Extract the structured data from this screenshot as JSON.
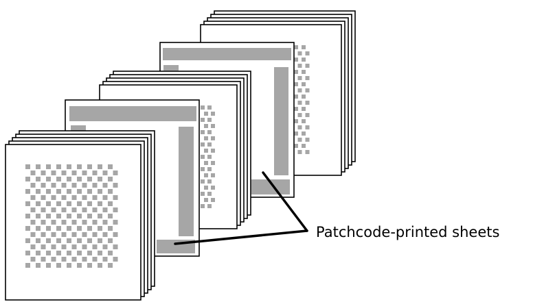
{
  "callout": {
    "label": "Patchcode-printed sheets"
  },
  "colors": {
    "sheet_fill": "#ffffff",
    "sheet_outline": "#000000",
    "print_gray": "#a6a6a6",
    "leader_line": "#000000"
  },
  "stacks": [
    {
      "name": "stack-back",
      "sheet_count": 5,
      "has_patchcode": false
    },
    {
      "name": "stack-patchcode-back",
      "sheet_count": 1,
      "has_patchcode": true
    },
    {
      "name": "stack-middle",
      "sheet_count": 5,
      "has_patchcode": false
    },
    {
      "name": "stack-patchcode-front",
      "sheet_count": 1,
      "has_patchcode": true
    },
    {
      "name": "stack-front",
      "sheet_count": 5,
      "has_patchcode": false
    }
  ]
}
